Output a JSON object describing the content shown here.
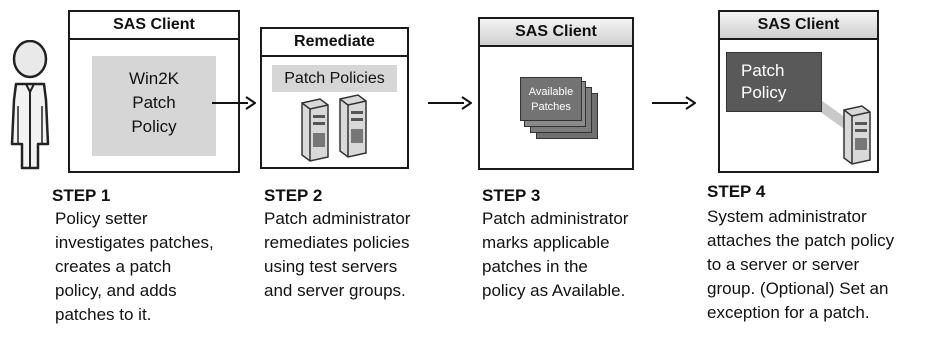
{
  "steps": [
    {
      "header": "SAS Client",
      "inner": [
        "Win2K",
        "Patch",
        "Policy"
      ],
      "title": "STEP 1",
      "description": [
        "Policy setter",
        "investigates patches,",
        "creates a patch",
        "policy, and adds",
        "patches to it."
      ]
    },
    {
      "header": "Remediate",
      "inner": [
        "Patch Policies"
      ],
      "title": "STEP 2",
      "description": [
        "Patch administrator",
        "remediates policies",
        "using test servers",
        "and server groups."
      ]
    },
    {
      "header": "SAS Client",
      "inner": [
        "Available",
        "Patches"
      ],
      "title": "STEP 3",
      "description": [
        "Patch administrator",
        "marks applicable",
        "patches in the",
        "policy as Available."
      ]
    },
    {
      "header": "SAS Client",
      "inner": [
        "Patch",
        "Policy"
      ],
      "title": "STEP 4",
      "description": [
        "System administrator",
        "attaches the patch policy",
        "to a server or server",
        "group. (Optional) Set an",
        "exception for a patch."
      ]
    }
  ],
  "icons": [
    "person-icon",
    "server-icon",
    "document-stack-icon",
    "arrow-right-icon"
  ]
}
